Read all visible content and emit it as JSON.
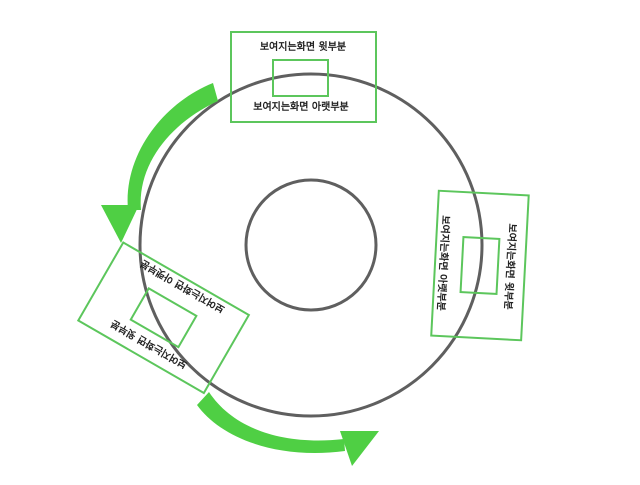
{
  "colors": {
    "background": "#ffffff",
    "circle_stroke": "#5f5f5f",
    "frame_stroke": "#5cc65c",
    "arrow_fill": "#4fcf44",
    "text": "#222222"
  },
  "viewports": {
    "top": {
      "label_upper": "보여지는화면 윗부분",
      "label_lower": "보여지는화면 아랫부분"
    },
    "right": {
      "label_upper": "보여지는화면 윗부분",
      "label_lower": "보여지는화면 아랫부분"
    },
    "left": {
      "label_upper": "보여지는화면 윗부분",
      "label_lower": "보여지는화면 아랫부분"
    }
  },
  "icons": {
    "upper_arrow": "curved-arrow-counterclockwise-icon",
    "lower_arrow": "curved-arrow-counterclockwise-icon"
  }
}
